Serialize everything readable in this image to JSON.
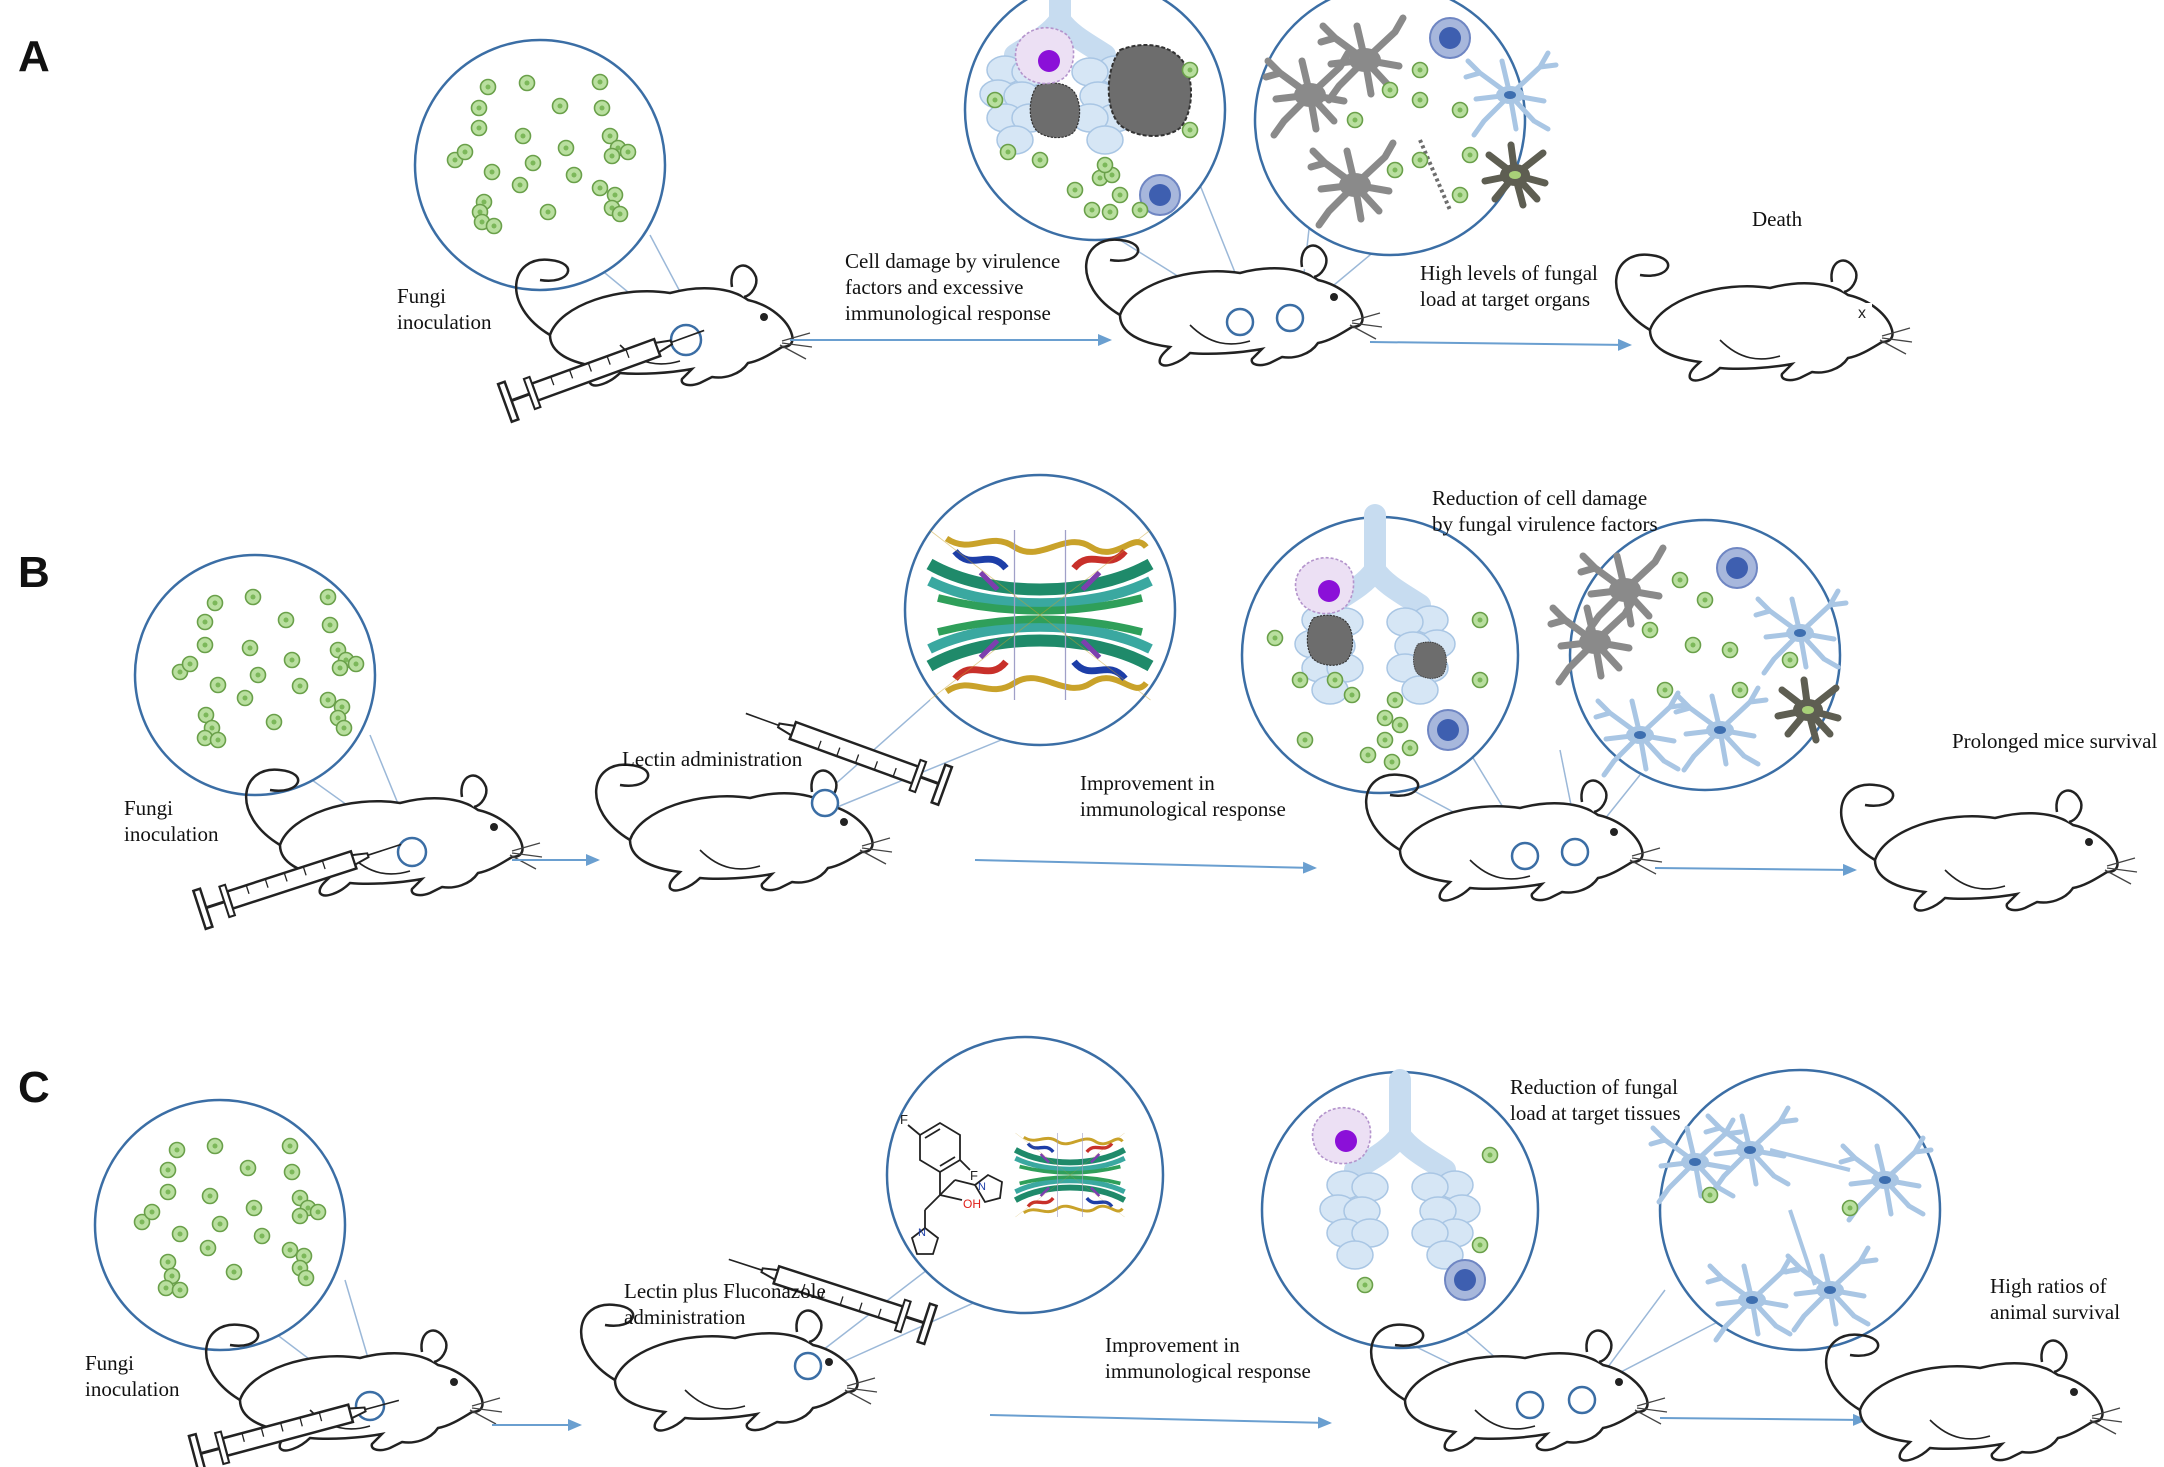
{
  "panels": {
    "a": {
      "letter": "A",
      "fungi_inoculation": "Fungi\ninoculation",
      "cell_damage": "Cell damage by virulence\nfactors and  excessive\nimmunological response",
      "high_levels": "High levels of fungal\nload at target organs",
      "death": "Death"
    },
    "b": {
      "letter": "B",
      "fungi_inoculation": "Fungi\ninoculation",
      "lectin_administration": "Lectin administration",
      "improvement": "Improvement in\nimmunological response",
      "reduction": "Reduction of cell damage\nby fungal virulence factors",
      "prolonged": "Prolonged mice survival"
    },
    "c": {
      "letter": "C",
      "fungi_inoculation": "Fungi\ninoculation",
      "lectin_fluconazole": "Lectin plus Fluconazole\nadministration",
      "improvement": "Improvement in\nimmunological response",
      "reduction": "Reduction of fungal\nload at target tissues",
      "high_ratios": "High ratios of\nanimal survival"
    }
  },
  "molecule_labels": {
    "fluorine": "F",
    "hydroxyl": "OH",
    "nitrogen": "N"
  },
  "colors": {
    "arrow": "#6a9fd0",
    "lens_border": "#3b6ea5",
    "fungal_cell": "#a8d78c",
    "lung": "#cfe0f2",
    "neuron_healthy": "#a9c6e4",
    "neuron_damaged": "#8a8a8a",
    "immune_cell": "#4a6fb5",
    "macrophage": "#8b10d8",
    "mouse_outline": "#222222"
  }
}
